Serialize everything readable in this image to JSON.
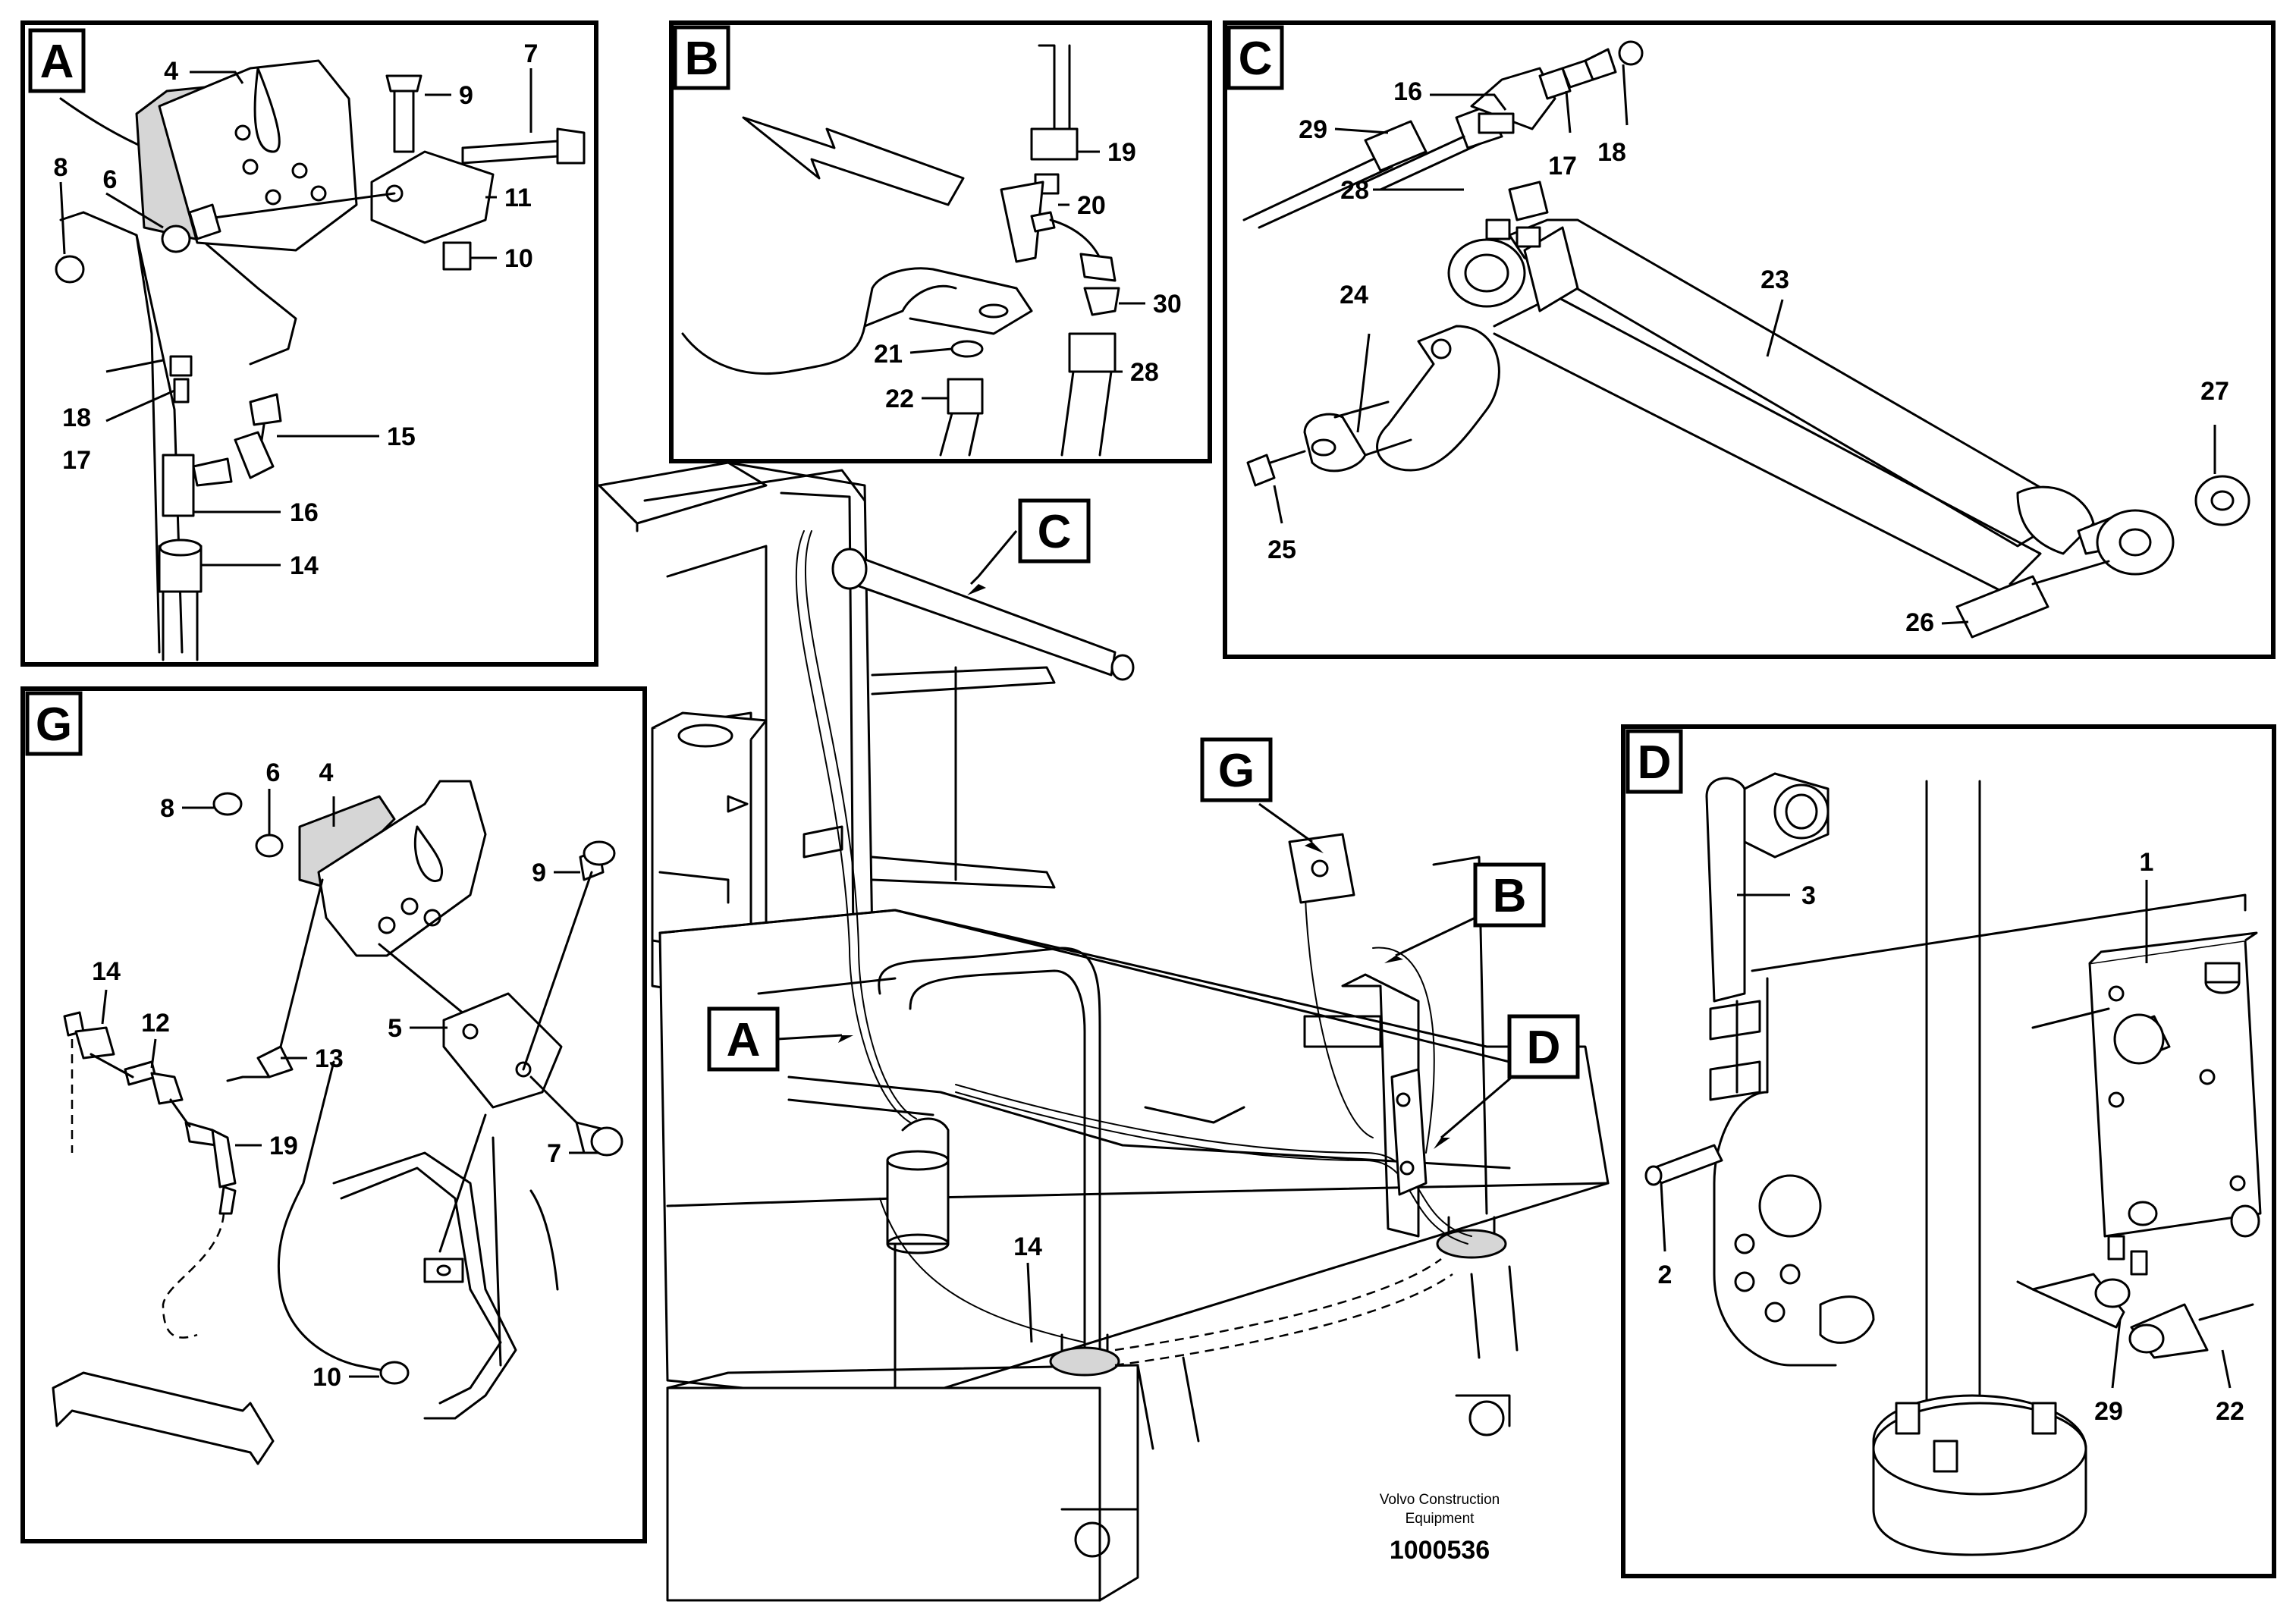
{
  "panels": {
    "A": {
      "tag": "A",
      "labels": [
        "4",
        "9",
        "7",
        "8",
        "6",
        "11",
        "10",
        "18",
        "17",
        "15",
        "16",
        "14"
      ]
    },
    "B": {
      "tag": "B",
      "labels": [
        "19",
        "20",
        "30",
        "21",
        "22",
        "28"
      ]
    },
    "C": {
      "tag": "C",
      "labels": [
        "16",
        "29",
        "17",
        "18",
        "28",
        "23",
        "24",
        "25",
        "27",
        "26"
      ]
    },
    "G": {
      "tag": "G",
      "labels": [
        "6",
        "4",
        "8",
        "9",
        "14",
        "12",
        "13",
        "5",
        "19",
        "7",
        "10"
      ]
    },
    "D": {
      "tag": "D",
      "labels": [
        "3",
        "1",
        "2",
        "29",
        "22"
      ]
    }
  },
  "callouts": [
    "C",
    "G",
    "B",
    "A",
    "D"
  ],
  "main": {
    "labels": [
      "14"
    ]
  },
  "footer": {
    "company_line1": "Volvo Construction",
    "company_line2": "Equipment",
    "figure_number": "1000536"
  }
}
